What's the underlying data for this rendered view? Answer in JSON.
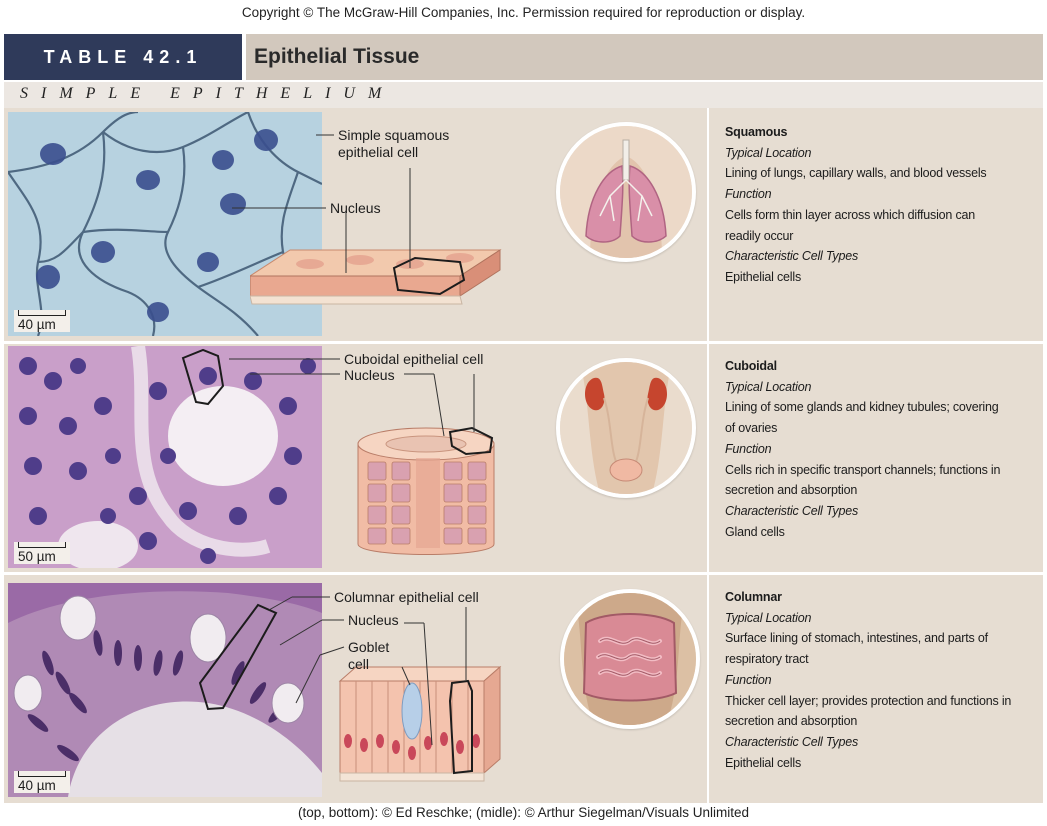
{
  "copyright": "Copyright © The McGraw-Hill Companies, Inc. Permission required for reproduction or display.",
  "header": {
    "table_number": "TABLE 42.1",
    "title": "Epithelial Tissue"
  },
  "section_title": "SIMPLE EPITHELIUM",
  "rows": [
    {
      "labels": [
        "Simple squamous",
        "epithelial cell",
        "Nucleus"
      ],
      "scale": "40 µm",
      "organ_icon": "lungs-icon",
      "info": {
        "name": "Squamous",
        "location_heading": "Typical Location",
        "location": [
          "Lining of lungs, capillary walls, and blood vessels"
        ],
        "function_heading": "Function",
        "function": [
          "Cells form thin layer across which diffusion can",
          "readily occur"
        ],
        "cell_types_heading": "Characteristic Cell Types",
        "cell_types": "Epithelial cells"
      }
    },
    {
      "labels": [
        "Cuboidal epithelial cell",
        "Nucleus"
      ],
      "scale": "50 µm",
      "organ_icon": "kidneys-icon",
      "info": {
        "name": "Cuboidal",
        "location_heading": "Typical Location",
        "location": [
          "Lining of some glands and kidney tubules; covering",
          "of ovaries"
        ],
        "function_heading": "Function",
        "function": [
          "Cells rich in specific transport channels; functions in",
          "secretion and absorption"
        ],
        "cell_types_heading": "Characteristic Cell Types",
        "cell_types": "Gland cells"
      }
    },
    {
      "labels": [
        "Columnar epithelial cell",
        "Nucleus",
        "Goblet",
        "cell"
      ],
      "scale": "40 µm",
      "organ_icon": "intestines-icon",
      "info": {
        "name": "Columnar",
        "location_heading": "Typical Location",
        "location": [
          "Surface lining of stomach, intestines, and parts of",
          "respiratory tract"
        ],
        "function_heading": "Function",
        "function": [
          "Thicker cell layer; provides protection and functions in",
          "secretion and absorption"
        ],
        "cell_types_heading": "Characteristic Cell Types",
        "cell_types": "Epithelial cells"
      }
    }
  ],
  "credit": "(top, bottom): © Ed Reschke; (midle): © Arthur Siegelman/Visuals Unlimited"
}
